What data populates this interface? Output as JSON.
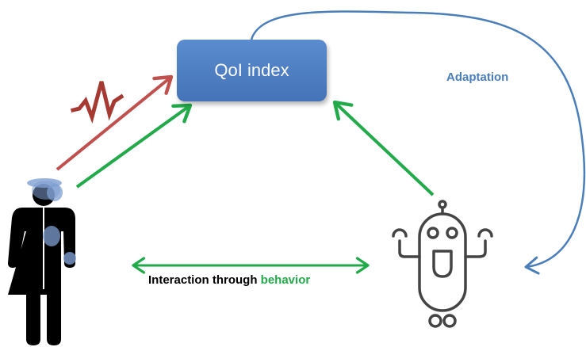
{
  "qoi_box": {
    "label": "QoI index"
  },
  "labels": {
    "adaptation": "Adaptation",
    "interaction_prefix": "Interaction through ",
    "interaction_accent": "behavior"
  },
  "icons": {
    "human": "person-icon",
    "robot": "robot-icon",
    "signal": "zigzag-signal-icon"
  },
  "colors": {
    "box_fill": "#4f81bd",
    "adaptation_arrow": "#4a7ebb",
    "green_arrow": "#22aa4a",
    "red_arrow": "#c0504d",
    "robot_stroke": "#444444",
    "person_fill": "#000000",
    "sensor_patch": "#7f9fd2"
  }
}
